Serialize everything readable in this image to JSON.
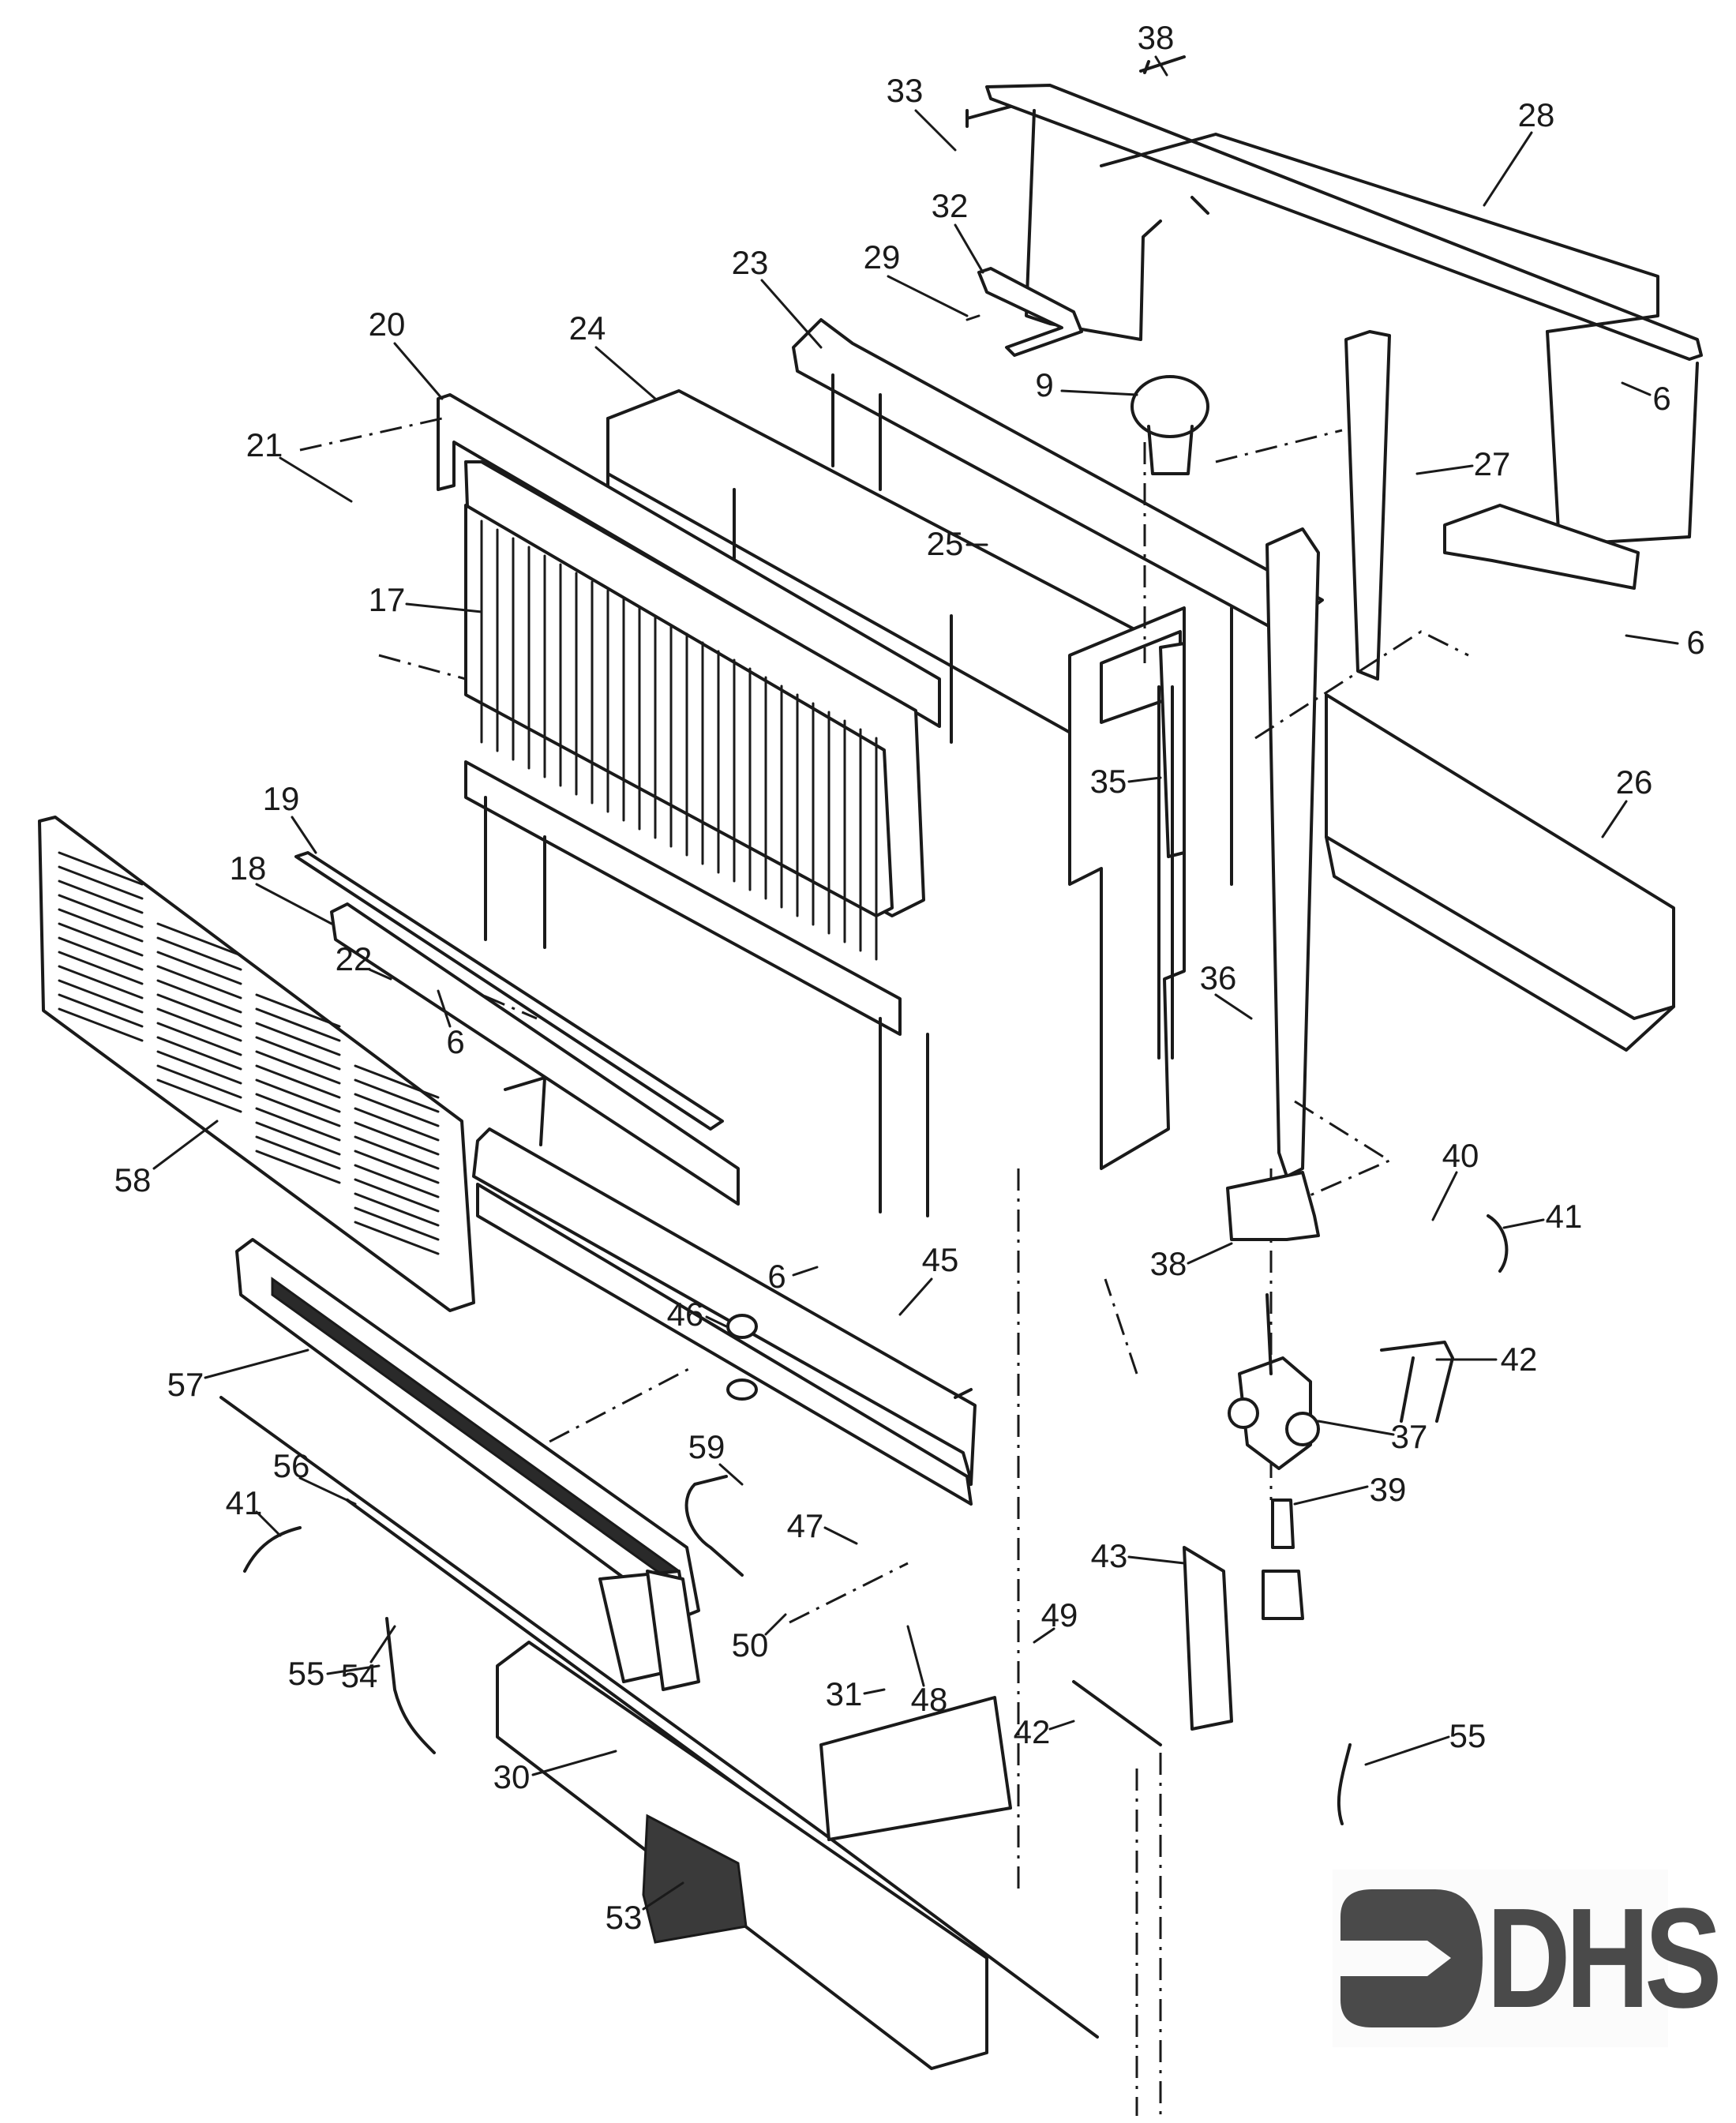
{
  "diagram": {
    "title": "Exploded parts diagram — wall heater assembly",
    "brand_logo": "DHS",
    "colors": {
      "ink": "#1a1a1a",
      "logo": "#4a4a4a",
      "background": "#ffffff"
    }
  },
  "labels": [
    {
      "id": "38-top",
      "text": "38",
      "part": "clip"
    },
    {
      "id": "33",
      "text": "33",
      "part": "screw"
    },
    {
      "id": "28",
      "text": "28",
      "part": "top-rail"
    },
    {
      "id": "32",
      "text": "32",
      "part": "bracket"
    },
    {
      "id": "29",
      "text": "29",
      "part": "screw"
    },
    {
      "id": "23",
      "text": "23",
      "part": "top-panel"
    },
    {
      "id": "20",
      "text": "20",
      "part": "front-frame"
    },
    {
      "id": "24",
      "text": "24",
      "part": "heat-exchanger-cover"
    },
    {
      "id": "9",
      "text": "9",
      "part": "control-knob"
    },
    {
      "id": "6-a",
      "text": "6",
      "part": "screw"
    },
    {
      "id": "21",
      "text": "21",
      "part": "screw"
    },
    {
      "id": "27",
      "text": "27",
      "part": "side-strip"
    },
    {
      "id": "25",
      "text": "25",
      "part": "screw"
    },
    {
      "id": "17",
      "text": "17",
      "part": "heat-exchanger"
    },
    {
      "id": "6-b",
      "text": "6",
      "part": "screw"
    },
    {
      "id": "35",
      "text": "35",
      "part": "control-rod"
    },
    {
      "id": "26",
      "text": "26",
      "part": "mounting-channel"
    },
    {
      "id": "19",
      "text": "19",
      "part": "trim-strip"
    },
    {
      "id": "18",
      "text": "18",
      "part": "bracket-strip"
    },
    {
      "id": "22",
      "text": "22",
      "part": "screw"
    },
    {
      "id": "6-c",
      "text": "6",
      "part": "screw"
    },
    {
      "id": "36",
      "text": "36",
      "part": "clip"
    },
    {
      "id": "58",
      "text": "58",
      "part": "front-grille"
    },
    {
      "id": "40",
      "text": "40",
      "part": "thermocouple-lead"
    },
    {
      "id": "41-r",
      "text": "41",
      "part": "wire"
    },
    {
      "id": "38-mid",
      "text": "38",
      "part": "switch-block"
    },
    {
      "id": "6-d",
      "text": "6",
      "part": "screw"
    },
    {
      "id": "45",
      "text": "45",
      "part": "base-tray"
    },
    {
      "id": "46",
      "text": "46",
      "part": "grommet"
    },
    {
      "id": "42-r",
      "text": "42",
      "part": "gas-tube"
    },
    {
      "id": "57",
      "text": "57",
      "part": "burner"
    },
    {
      "id": "37",
      "text": "37",
      "part": "gas-valve"
    },
    {
      "id": "59",
      "text": "59",
      "part": "pilot-tube"
    },
    {
      "id": "56",
      "text": "56",
      "part": "igniter"
    },
    {
      "id": "41-l",
      "text": "41",
      "part": "wire"
    },
    {
      "id": "39",
      "text": "39",
      "part": "fitting"
    },
    {
      "id": "47",
      "text": "47",
      "part": "terminal"
    },
    {
      "id": "43",
      "text": "43",
      "part": "valve-bracket"
    },
    {
      "id": "49",
      "text": "49",
      "part": "connector"
    },
    {
      "id": "50",
      "text": "50",
      "part": "nut"
    },
    {
      "id": "55-l",
      "text": "55",
      "part": "thermocouple"
    },
    {
      "id": "54",
      "text": "54",
      "part": "pilot-bracket"
    },
    {
      "id": "31",
      "text": "31",
      "part": "nut"
    },
    {
      "id": "48",
      "text": "48",
      "part": "clip"
    },
    {
      "id": "42-b",
      "text": "42",
      "part": "gas-tube"
    },
    {
      "id": "55-r",
      "text": "55",
      "part": "thermocouple"
    },
    {
      "id": "30",
      "text": "30",
      "part": "burner-tray"
    },
    {
      "id": "53",
      "text": "53",
      "part": "screen"
    }
  ]
}
